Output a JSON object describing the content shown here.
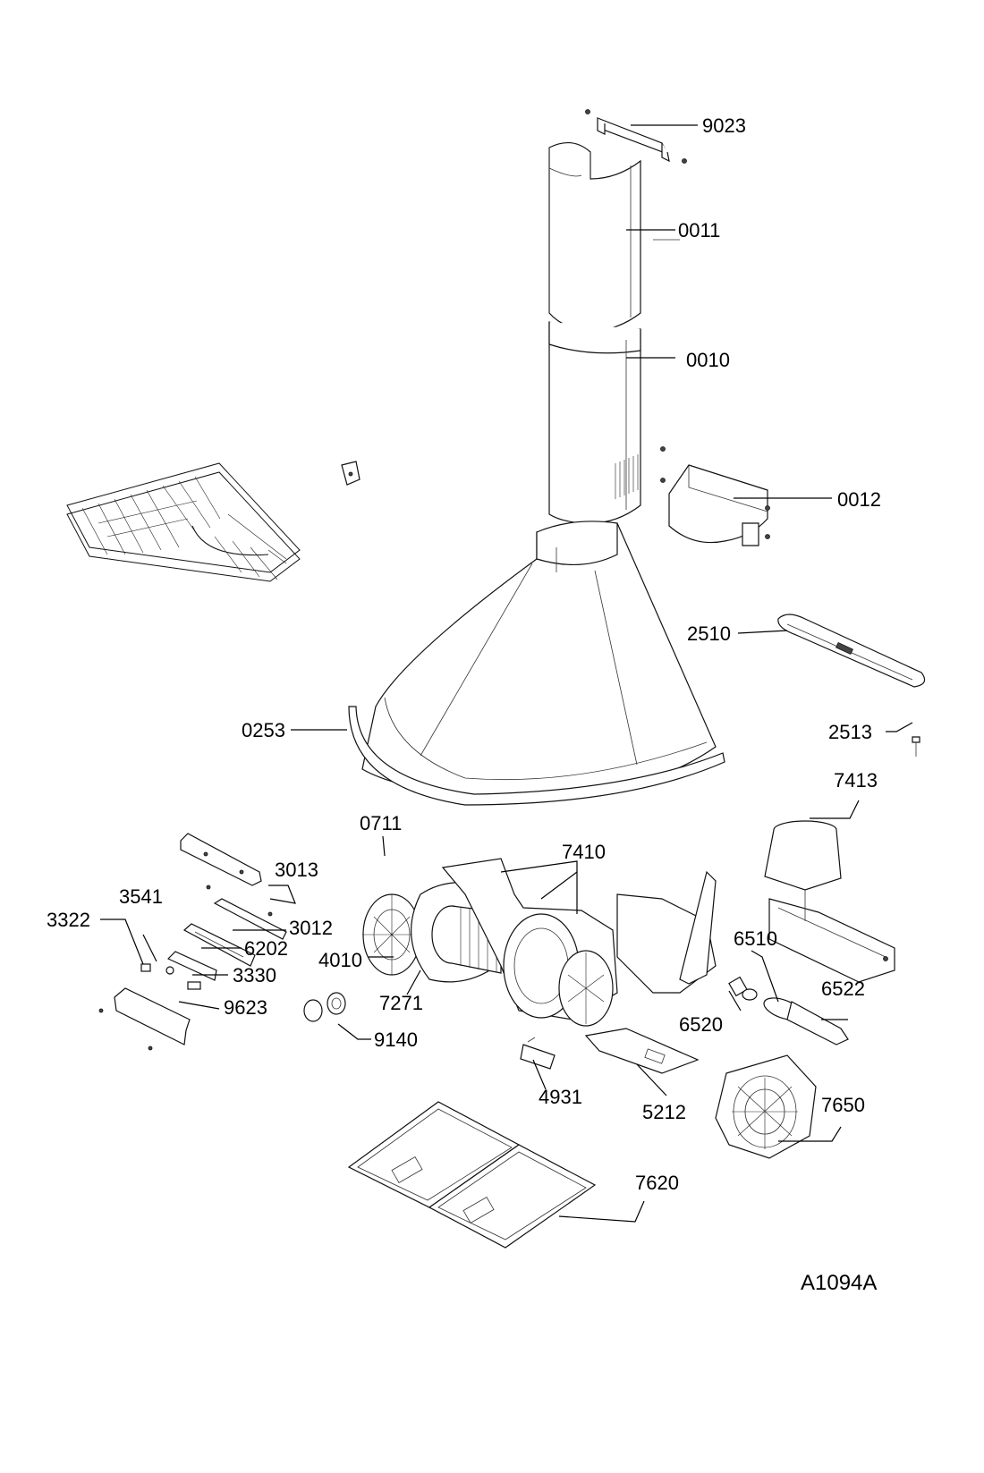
{
  "diagram": {
    "drawing_code": "A1094A",
    "part_labels": {
      "p9023": "9023",
      "p0011": "0011",
      "p0010": "0010",
      "p0012": "0012",
      "p2510": "2510",
      "p2513": "2513",
      "p0253": "0253",
      "p7413": "7413",
      "p0711": "0711",
      "p7410": "7410",
      "p3013": "3013",
      "p3541": "3541",
      "p3322": "3322",
      "p3012": "3012",
      "p6202": "6202",
      "p4010": "4010",
      "p3330": "3330",
      "p9623": "9623",
      "p7271": "7271",
      "p6510": "6510",
      "p6522": "6522",
      "p6520": "6520",
      "p9140": "9140",
      "p4931": "4931",
      "p5212": "5212",
      "p7650": "7650",
      "p7620": "7620"
    }
  }
}
